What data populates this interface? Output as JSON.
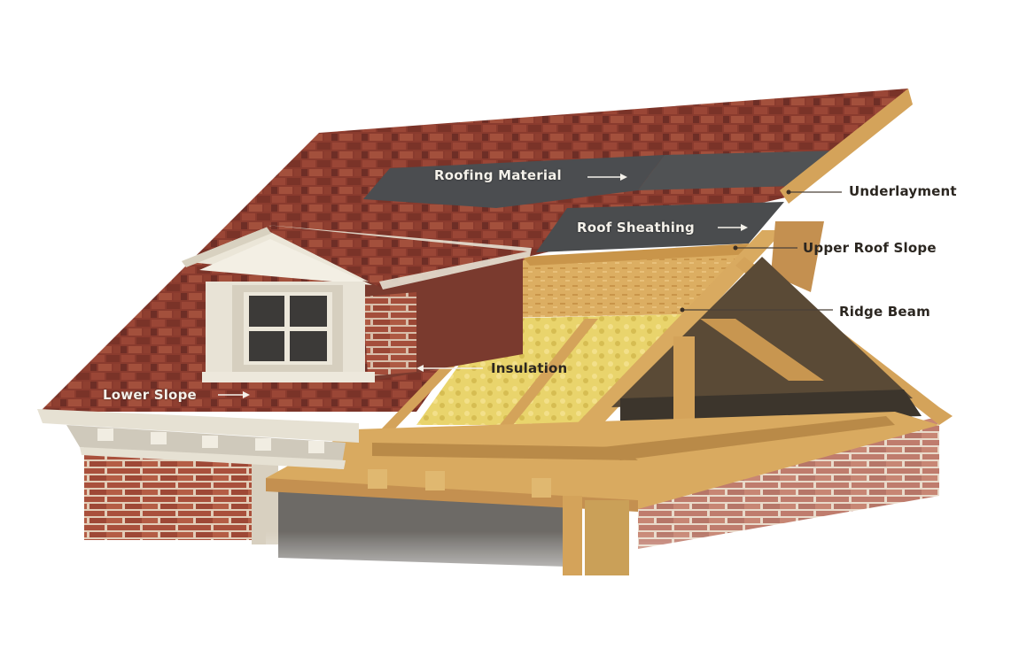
{
  "diagram": {
    "type": "cutaway illustration",
    "subject": "Residential roof construction cross-section with dormer window",
    "colors": {
      "shingle": "#8a3b2e",
      "shingle_dark": "#5e2a24",
      "underlay": "#4a4c4e",
      "sheathing": "#d9a85a",
      "wood": "#d4a35a",
      "wood_dark": "#a8773a",
      "insulation": "#e8d36a",
      "brick": "#a9503c",
      "trim": "#e8e3d6"
    },
    "labels": [
      {
        "id": "roofing-material",
        "text": "Roofing Material",
        "arrow": "right",
        "style": "light"
      },
      {
        "id": "underlayment",
        "text": "Underlayment",
        "arrow": "leader-line",
        "style": "dark"
      },
      {
        "id": "roof-sheathing",
        "text": "Roof Sheathing",
        "arrow": "right",
        "style": "light"
      },
      {
        "id": "upper-roof-slope",
        "text": "Upper Roof Slope",
        "arrow": "leader-line",
        "style": "dark"
      },
      {
        "id": "ridge-beam",
        "text": "Ridge Beam",
        "arrow": "leader-line",
        "style": "dark"
      },
      {
        "id": "insulation",
        "text": "Insulation",
        "arrow": "left",
        "style": "dark"
      },
      {
        "id": "lower-slope",
        "text": "Lower Slope",
        "arrow": "right",
        "style": "light"
      }
    ]
  }
}
